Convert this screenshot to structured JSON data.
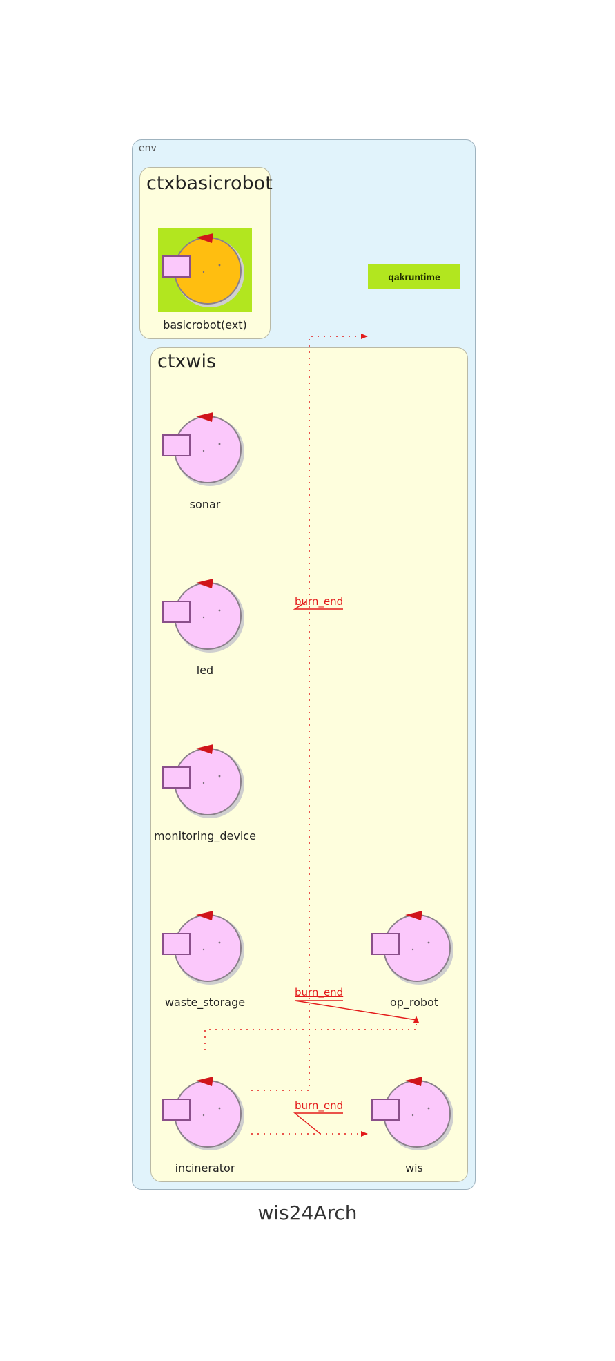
{
  "diagram": {
    "caption": "wis24Arch",
    "env": {
      "label": "env"
    },
    "contexts": [
      {
        "id": "ctxbasicrobot",
        "title": "ctxbasicrobot"
      },
      {
        "id": "ctxwis",
        "title": "ctxwis"
      }
    ],
    "runtime_label": "qakruntime",
    "actors": [
      {
        "id": "basicrobot",
        "label": "basicrobot(ext)",
        "external": true
      },
      {
        "id": "sonar",
        "label": "sonar"
      },
      {
        "id": "led",
        "label": "led"
      },
      {
        "id": "monitoring_device",
        "label": "monitoring_device"
      },
      {
        "id": "waste_storage",
        "label": "waste_storage"
      },
      {
        "id": "op_robot",
        "label": "op_robot"
      },
      {
        "id": "incinerator",
        "label": "incinerator"
      },
      {
        "id": "wis",
        "label": "wis"
      }
    ],
    "edges": [
      {
        "from": "incinerator",
        "to": "qakruntime",
        "label": "burn_end"
      },
      {
        "from": "incinerator",
        "to": "op_robot",
        "label": "burn_end"
      },
      {
        "from": "incinerator",
        "to": "wis",
        "label": "burn_end"
      }
    ],
    "colors": {
      "env_fill": "#e1f3fb",
      "context_fill": "#fefedd",
      "actor_fill": "#fbc8fb",
      "external_actor_fill": "#ffbe10",
      "external_actor_bg": "#b2e61f",
      "runtime_fill": "#b2e61f",
      "edge_color": "#e31a1a"
    }
  }
}
